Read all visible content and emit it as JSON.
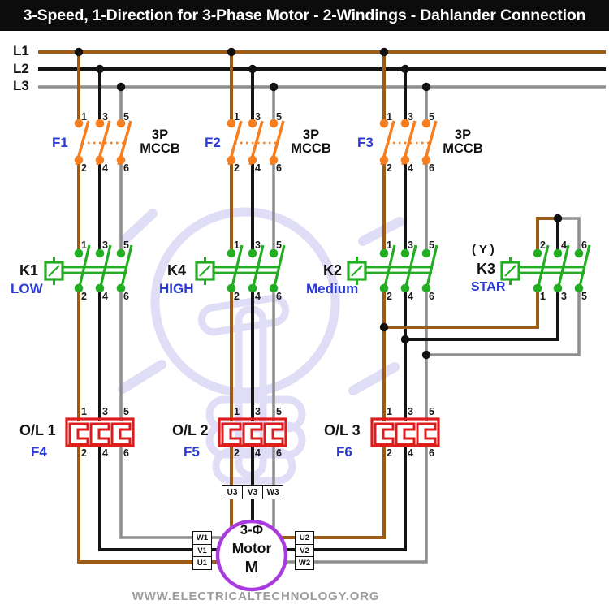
{
  "title": "3-Speed, 1-Direction for 3-Phase Motor - 2-Windings - Dahlander Connection",
  "footer": "WWW.ELECTRICALTECHNOLOGY.ORG",
  "bus": {
    "l1": "L1",
    "l2": "L2",
    "l3": "L3"
  },
  "terminals": {
    "odd": [
      "1",
      "3",
      "5"
    ],
    "even": [
      "2",
      "4",
      "6"
    ]
  },
  "breakers": {
    "f1": {
      "label": "F1"
    },
    "f2": {
      "label": "F2"
    },
    "f3": {
      "label": "F3"
    },
    "type": [
      "3P",
      "MCCB"
    ]
  },
  "contactors": {
    "k1": {
      "name": "K1",
      "speed": "LOW"
    },
    "k4": {
      "name": "K4",
      "speed": "HIGH"
    },
    "k2": {
      "name": "K2",
      "speed": "Medium"
    },
    "k3": {
      "name": "K3",
      "speed": "STAR",
      "wye": "( Y )"
    }
  },
  "overloads": {
    "ol1": {
      "name": "O/L 1",
      "ref": "F4"
    },
    "ol2": {
      "name": "O/L 2",
      "ref": "F5"
    },
    "ol3": {
      "name": "O/L 3",
      "ref": "F6"
    }
  },
  "motor": {
    "phase": "3-Φ",
    "label": "Motor",
    "letter": "M"
  },
  "motor_terminals": {
    "top": [
      "U3",
      "V3",
      "W3"
    ],
    "left": [
      "W1",
      "V1",
      "U1"
    ],
    "right": [
      "U2",
      "V2",
      "W2"
    ]
  },
  "colors": {
    "wire_l1_brown": "#9d5c15",
    "wire_l2_black": "#141414",
    "wire_l3_gray": "#8e8e8e",
    "breaker_orange": "#f57e20",
    "contactor_green": "#22ad22",
    "overload_red": "#dd1c1c",
    "label_blue": "#2b3bd6",
    "motor_purple": "#a93add",
    "watermark_lavender": "#d8d6f4"
  }
}
